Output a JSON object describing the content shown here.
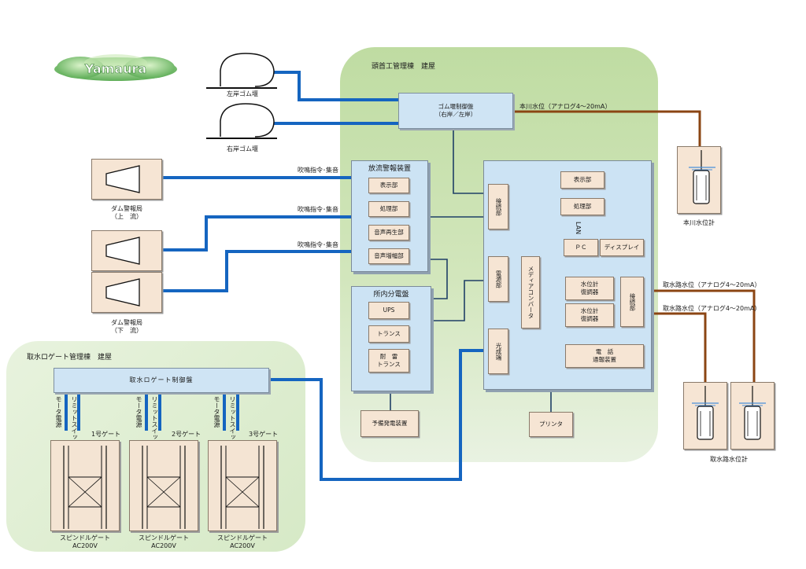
{
  "logo": "Yamaura",
  "head_building": {
    "title": "頭首工管理棟　建屋"
  },
  "intake_building": {
    "title": "取水ロゲート管理棟　建屋"
  },
  "dams": {
    "left": "左岸ゴム堰",
    "right": "右岸ゴム堰"
  },
  "rubber_weir_panel": {
    "line1": "ゴム堰制御盤",
    "line2": "（右岸／左岸）"
  },
  "river_level": {
    "signal": "本川水位（アナログ4～20mA）",
    "label": "本川水位計"
  },
  "warning_stations": {
    "upstream": {
      "line1": "ダム警報局",
      "line2": "（上　流）"
    },
    "downstream": {
      "line1": "ダム警報局",
      "line2": "（下　流）"
    },
    "signal": "吹鳴指令･集音"
  },
  "discharge_alarm": {
    "title": "放流警報装置",
    "items": [
      "表示部",
      "処理部",
      "音声再生部",
      "音声増幅部"
    ]
  },
  "distribution": {
    "title": "所内分電盤",
    "ups": "UPS",
    "trans": "トランス",
    "lightning1": "耐　雷",
    "lightning2": "トランス"
  },
  "generator": "予備発電装置",
  "control_panel": {
    "connect_left": "接続部",
    "display": "表示部",
    "processing": "処理部",
    "lan": "LAN",
    "pc": "ＰＣ",
    "screen": "ディスプレイ",
    "power": "電源部",
    "media_converter": "メディアコンバータ",
    "optical": "光成端",
    "demod1": [
      "水位計",
      "復調器"
    ],
    "demod2": [
      "水位計",
      "復調器"
    ],
    "connect_right": "接続部",
    "phone1": "電　話",
    "phone2": "通報装置"
  },
  "printer": "プリンタ",
  "intake_level": {
    "signal": "取水路水位（アナログ4～20mA）",
    "label": "取水路水位計"
  },
  "gate_panel": "取水ロゲート制御盤",
  "cable_labels": {
    "motor": "モータ電源",
    "limit": "リミットスイッチ"
  },
  "gates": [
    {
      "name": "1号ゲート",
      "type": "スピンドルゲート",
      "power": "AC200V"
    },
    {
      "name": "2号ゲート",
      "type": "スピンドルゲート",
      "power": "AC200V"
    },
    {
      "name": "3号ゲート",
      "type": "スピンドルゲート",
      "power": "AC200V"
    }
  ],
  "colors": {
    "cable_blue": "#1565c0",
    "analog_brown": "#8b4513",
    "head_region": "#c8e0b0",
    "intake_region": "#e4f0da",
    "panel_blue": "#cce3f4",
    "box_beige": "#f6e5d4"
  }
}
